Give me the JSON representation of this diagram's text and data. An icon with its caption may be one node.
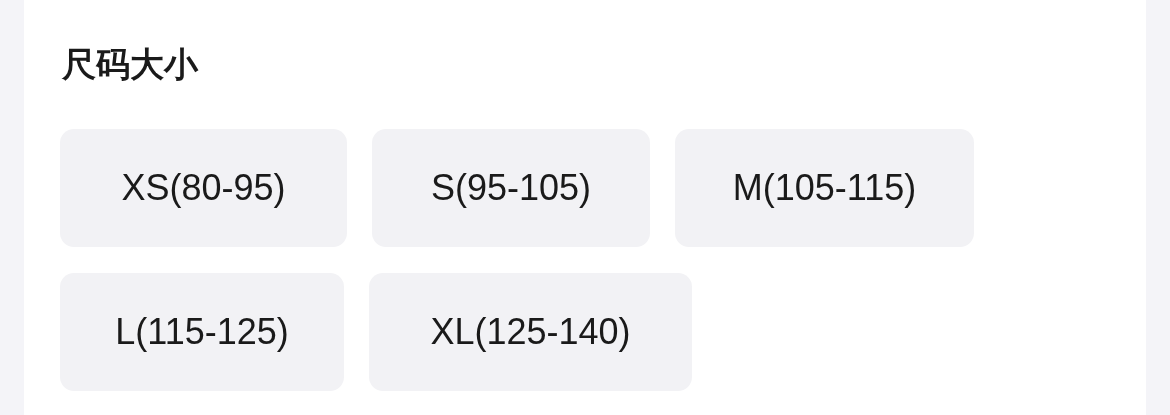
{
  "diagram": {
    "title": "尺码大小",
    "nodes": [
      {
        "text": [
          "XS(80-95)"
        ]
      },
      {
        "text": [
          "S(95-105)"
        ]
      },
      {
        "text": [
          "M(105-115)"
        ]
      },
      {
        "text": [
          "L(115-125)"
        ]
      },
      {
        "text": [
          "XL(125-140)"
        ]
      }
    ]
  }
}
